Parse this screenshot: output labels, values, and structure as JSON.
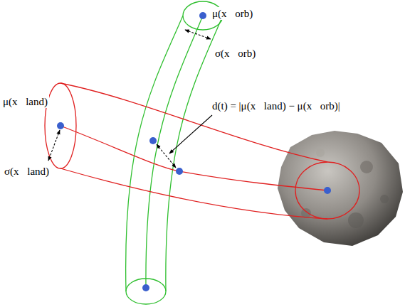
{
  "diagram": {
    "labels": [
      "μ(x⃗orb)",
      "σ(x⃗orb)",
      "μ(x⃗land)",
      "d(t) = |μ(x⃗land) − μ(x⃗orb)|",
      "σ(x⃗land)"
    ]
  }
}
